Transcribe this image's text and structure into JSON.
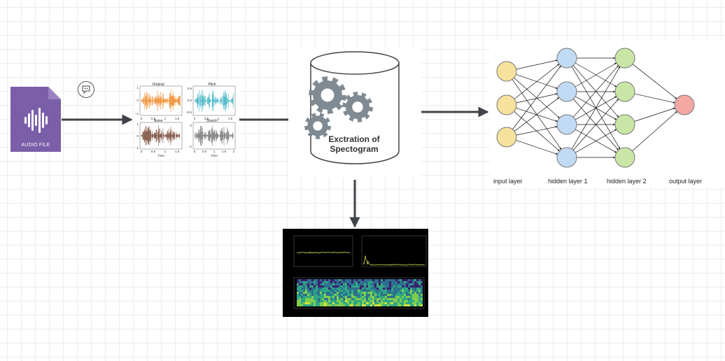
{
  "audio_file": {
    "label": "AUDIO FILE",
    "body_color": "#7b5ea8",
    "fold_color": "#9b82c2",
    "icon": "audio-waveform-icon"
  },
  "comment": {
    "icon": "comment-icon"
  },
  "augmentation": {
    "panels": [
      {
        "title": "Original",
        "color": "#f08a2a"
      },
      {
        "title": "Pitch",
        "color": "#3fb4c4"
      },
      {
        "title": "Noise",
        "color": "#7a4a3a"
      },
      {
        "title": "Stretch",
        "color": "#7a7a7a"
      }
    ],
    "x_label": "Time",
    "left_y_ticks_top": [
      "1",
      "0",
      "−1"
    ],
    "left_y_ticks_bottom": [
      "1",
      "0",
      "−1"
    ],
    "right_y_ticks_top": [
      "0.5",
      "0.0",
      "−0.5"
    ],
    "right_y_ticks_bottom": [
      "0",
      "",
      "−1"
    ],
    "x_ticks_short": [
      "0",
      "0.5",
      "1",
      "1.5"
    ],
    "x_ticks_long": [
      "0",
      "0.5",
      "1",
      "1.5",
      "2"
    ]
  },
  "database": {
    "line1": "Exctration of",
    "line2": "Spectogram",
    "icon": "gears-icon",
    "gear_color": "#7f8a93"
  },
  "spectrogram": {
    "background": "#000000",
    "trace_color": "#c8d44a",
    "heat_colors": [
      "#3a1f6e",
      "#2d6f8e",
      "#2fa784",
      "#7fce4d",
      "#d6e33a"
    ]
  },
  "neural_network": {
    "labels": {
      "input": "input layer",
      "hidden1": "hidden layer 1",
      "hidden2": "hidden layer 2",
      "output": "output layer"
    },
    "layers": [
      {
        "name": "input",
        "nodes": 3,
        "color": "#f7e29d"
      },
      {
        "name": "hidden1",
        "nodes": 4,
        "color": "#c2dbf5"
      },
      {
        "name": "hidden2",
        "nodes": 4,
        "color": "#c9e6a6"
      },
      {
        "name": "output",
        "nodes": 1,
        "color": "#f3a8a4"
      }
    ],
    "node_stroke": "#777777"
  },
  "connector_color": "#3f4247"
}
